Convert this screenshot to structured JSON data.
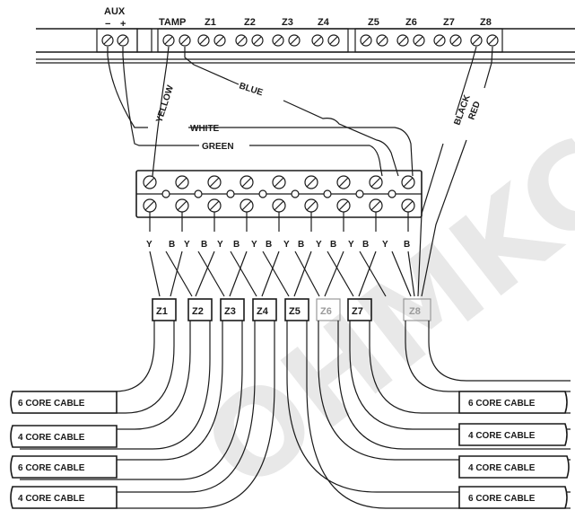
{
  "watermark": "OHMKC",
  "panel": {
    "aux_label": "AUX",
    "aux_minus": "−",
    "aux_plus": "+",
    "tamp_label": "TAMP",
    "zones": [
      "Z1",
      "Z2",
      "Z3",
      "Z4",
      "Z5",
      "Z6",
      "Z7",
      "Z8"
    ]
  },
  "wires": {
    "yellow": "YELLOW",
    "blue": "BLUE",
    "white": "WHITE",
    "green": "GREEN",
    "black": "BLACK",
    "red": "RED"
  },
  "connector": {
    "labels": [
      "Y",
      "B",
      "Y",
      "B",
      "Y",
      "B",
      "Y",
      "B",
      "Y",
      "B",
      "Y",
      "B",
      "Y",
      "B",
      "Y",
      "B"
    ]
  },
  "zone_cables": [
    "Z1",
    "Z2",
    "Z3",
    "Z4",
    "Z5",
    "Z6",
    "Z7",
    "Z8"
  ],
  "cables_left": [
    "6 CORE CABLE",
    "4 CORE CABLE",
    "6 CORE CABLE",
    "4 CORE CABLE"
  ],
  "cables_right": [
    "6 CORE CABLE",
    "4 CORE CABLE",
    "4  CORE CABLE",
    "6 CORE CABLE"
  ]
}
